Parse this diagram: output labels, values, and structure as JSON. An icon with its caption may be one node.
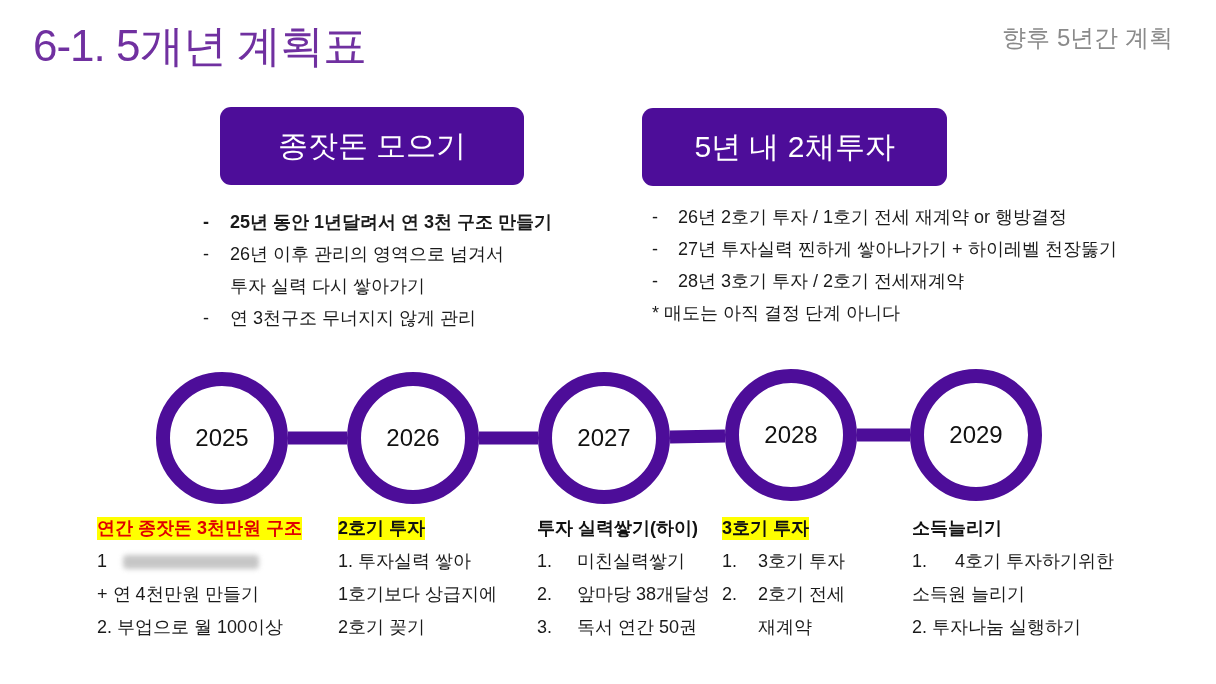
{
  "diagram": {
    "title": "6-1. 5개년 계획표",
    "nodes": [
      {
        "text": [
          "종잣돈 모으기"
        ],
        "beside": [
          "- 25년 동안 1년달려서 연 3천 구조 만들기",
          "- 26년 이후 관리의 영역으로 넘겨서 투자 실력 다시 쌓아가기",
          "- 연 3천구조 무너지지 않게 관리"
        ]
      },
      {
        "text": [
          "5년 내 2채투자"
        ],
        "beside": [
          "- 26년 2호기 투자 / 1호기 전세 재계약 or 행방결정",
          "- 27년 투자실력 찐하게 쌓아나가기 + 하이레벨 천장뚫기",
          "- 28년 3호기 투자 / 2호기 전세재계약",
          "* 매도는 아직 결정 단계 아니다"
        ]
      },
      {
        "text": [
          "2025"
        ],
        "beside": [
          "연간 종잣돈 3천만원 구조",
          "1",
          "+ 연 4천만원 만들기",
          "2. 부업으로 월 100이상"
        ]
      },
      {
        "text": [
          "2026"
        ],
        "beside": [
          "2호기 투자",
          "1. 투자실력 쌓아 1호기보다 상급지에 2호기 꽂기"
        ]
      },
      {
        "text": [
          "2027"
        ],
        "beside": [
          "투자 실력쌓기(하이)",
          "1. 미친실력쌓기",
          "2. 앞마당 38개달성",
          "3. 독서 연간 50권"
        ]
      },
      {
        "text": [
          "2028"
        ],
        "beside": [
          "3호기 투자",
          "1. 3호기 투자",
          "2. 2호기 전세 재계약"
        ]
      },
      {
        "text": [
          "2029"
        ],
        "beside": [
          "소득늘리기",
          "1. 4호기 투자하기위한 소득원 늘리기",
          "2. 투자나눔 실행하기"
        ]
      }
    ],
    "edges": [
      {
        "from": 2,
        "to": 3,
        "arrow": "none"
      },
      {
        "from": 3,
        "to": 4,
        "arrow": "none"
      },
      {
        "from": 4,
        "to": 5,
        "arrow": "none"
      },
      {
        "from": 5,
        "to": 6,
        "arrow": "none"
      }
    ],
    "labels": [
      "향후 5년간 계획"
    ]
  }
}
